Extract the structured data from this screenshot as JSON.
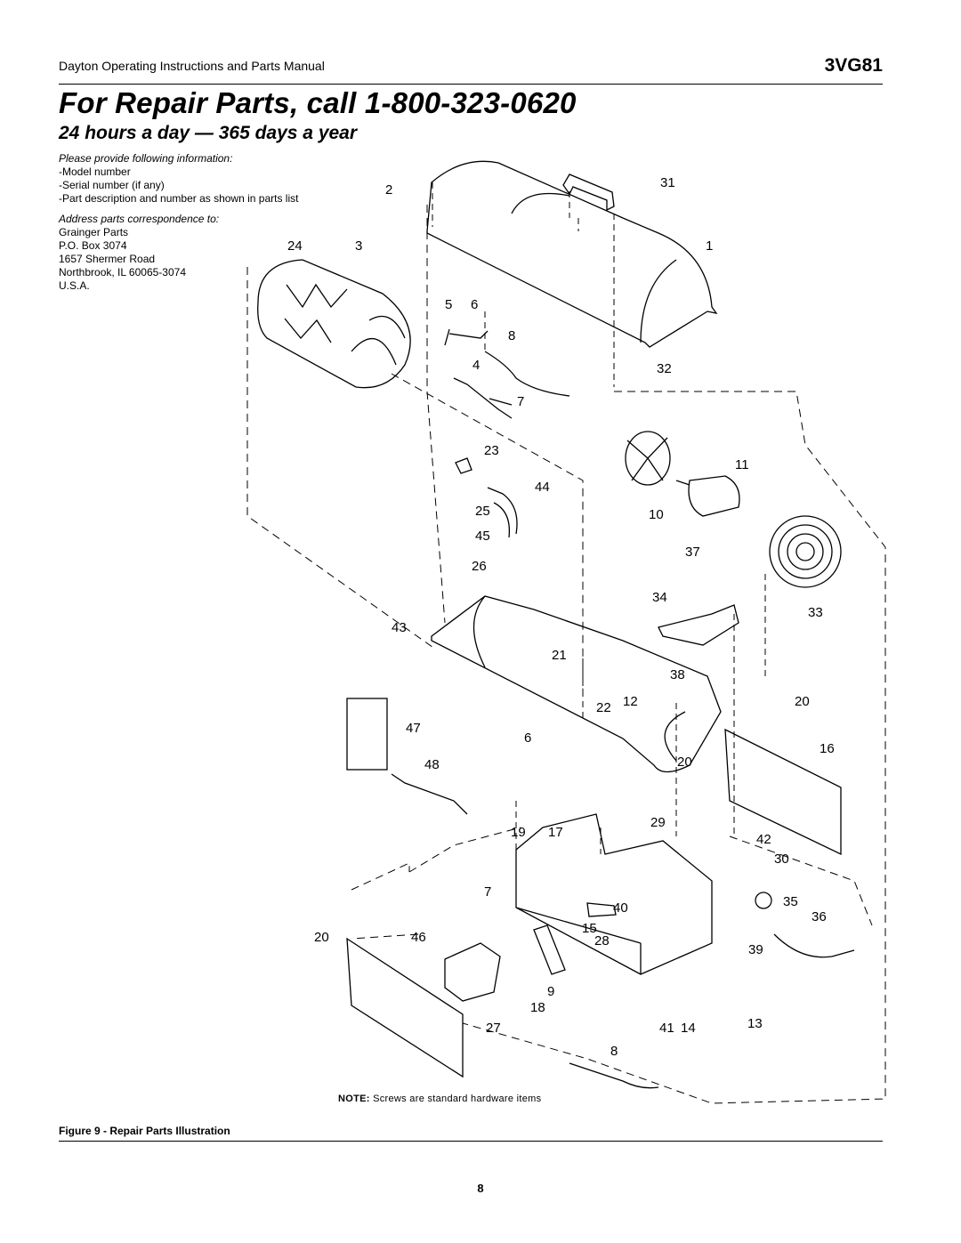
{
  "header": {
    "manual_title": "Dayton Operating Instructions and Parts Manual",
    "model": "3VG81"
  },
  "title": "For Repair Parts, call 1-800-323-0620",
  "subtitle": "24 hours a day — 365 days a year",
  "info": {
    "provide_heading": "Please provide following information:",
    "provide_items": [
      "-Model number",
      "-Serial number (if any)",
      "-Part description and number as shown in parts list"
    ],
    "address_heading": "Address parts correspondence to:",
    "address_lines": [
      "Grainger Parts",
      "P.O. Box 3074",
      "1657 Shermer Road",
      "Northbrook, IL  60065-3074",
      "U.S.A."
    ]
  },
  "callouts": [
    "1",
    "2",
    "3",
    "4",
    "5",
    "6",
    "7",
    "8",
    "9",
    "10",
    "11",
    "12",
    "13",
    "14",
    "15",
    "16",
    "17",
    "18",
    "19",
    "20",
    "21",
    "22",
    "23",
    "24",
    "25",
    "26",
    "27",
    "28",
    "29",
    "30",
    "31",
    "32",
    "33",
    "34",
    "35",
    "36",
    "37",
    "38",
    "39",
    "40",
    "41",
    "42",
    "43",
    "44",
    "45",
    "46",
    "47",
    "48"
  ],
  "note": {
    "label": "NOTE:",
    "text": " Screws are standard hardware items"
  },
  "caption": "Figure 9 - Repair Parts Illustration",
  "page_number": "8"
}
